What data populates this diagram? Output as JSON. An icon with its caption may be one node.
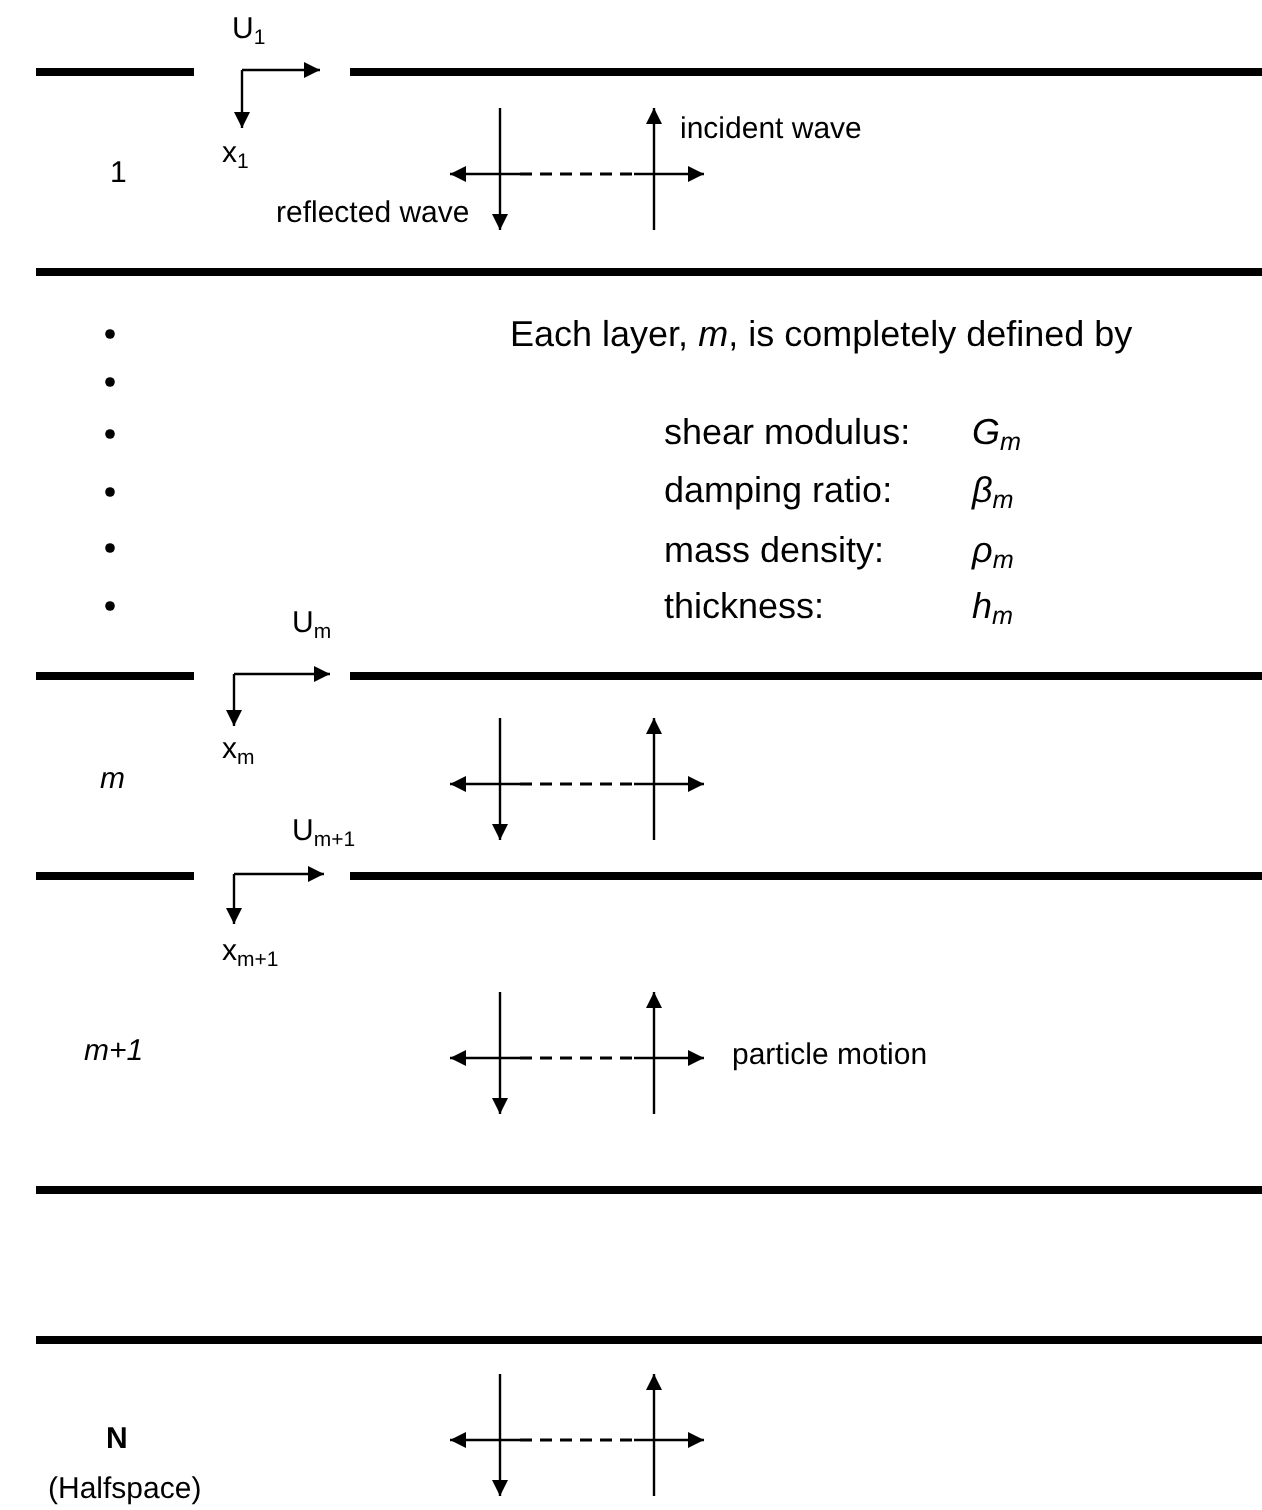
{
  "diagram": {
    "labels": [
      "U$_{1}$",
      "x$_{1}$",
      "1",
      "incident wave",
      "reflected wave",
      "Each layer, *m*,  is completely defined by",
      "shear modulus:",
      "*G*$_{m}$",
      "damping ratio:",
      "*β*$_{m}$",
      "mass density:",
      "*ρ*$_{m}$",
      "U$_{m}$",
      "thickness:",
      "*h*$_{m}$",
      "x$_{m}$",
      "m",
      "U$_{m+1}$",
      "x$_{m+1}$",
      "m+1",
      "particle motion",
      "N",
      "(Halfspace)"
    ]
  }
}
